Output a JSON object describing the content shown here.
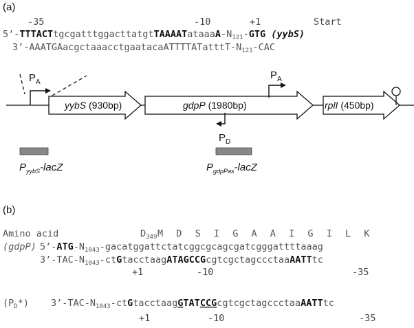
{
  "panel_a": {
    "label": "(a)",
    "pos_minus35": "-35",
    "pos_minus10": "-10",
    "pos_plus1": "+1",
    "pos_start": "Start",
    "seq_top": {
      "prefix": "5’-",
      "box35": "TTTACT",
      "spacer1": "tgcgatttggacttatgt",
      "box10": "TAAAAT",
      "spacer2": "ataaa",
      "tss": "A",
      "n_part": "-N",
      "n_sub": "121",
      "dash": "-",
      "start_codon": "GTG",
      "gene": "(yybS)"
    },
    "seq_bottom": {
      "part1": "3’-AAATGAacgctaaacctgaatacaATTTTATatttT-N",
      "n_sub": "121",
      "part2": "-CAC"
    },
    "promoter_A1": "P",
    "promoter_A1_sub": "A",
    "promoter_A2": "P",
    "promoter_A2_sub": "A",
    "promoter_D": "P",
    "promoter_D_sub": "D",
    "genes": [
      {
        "name": "yybS",
        "size": " (930bp)"
      },
      {
        "name": "gdpP",
        "size": " (1980bp)"
      },
      {
        "name": "rplI",
        "size": " (450bp)"
      }
    ],
    "fusion1": {
      "p": "P",
      "sub": "yybS",
      "suffix": "-lacZ"
    },
    "fusion2": {
      "p": "P",
      "sub": "gdpPas",
      "suffix": "-lacZ"
    }
  },
  "panel_b": {
    "label": "(b)",
    "amino_label": "Amino acid",
    "aa_first": "D",
    "aa_first_sub": "349",
    "amino_acids": [
      "M",
      "D",
      "S",
      "I",
      "G",
      "A",
      "A",
      "I",
      "G",
      "I",
      "L",
      "K"
    ],
    "gene_label": "(gdpP)",
    "seq_top": {
      "prefix": "5’-",
      "atg": "ATG",
      "n_part": "-N",
      "n_sub": "1043",
      "rest": "-gacatggattctatcggcgcagcgatcgggattttaaag"
    },
    "seq_bottom": {
      "prefix": "3’-TAC-N",
      "n_sub": "1043",
      "p1": "-ct",
      "g": "G",
      "p2": "tacctaag",
      "box10": "ATAGCCG",
      "p3": "cgtcgctagccctaa",
      "box35": "AATT",
      "p4": "tc"
    },
    "pos_plus1": "+1",
    "pos_minus10": "-10",
    "pos_minus35": "-35",
    "mut_label": "(P",
    "mut_label_sub": "D",
    "mut_label_end": "*)",
    "mut_seq": {
      "prefix": "3’-TAC-N",
      "n_sub": "1043",
      "p1": "-ct",
      "g": "G",
      "p2": "tacctaag",
      "box10a": "G",
      "box10b": "TAT",
      "box10c": "CCG",
      "p3": "cgtcgctagccctaa",
      "box35": "AATT",
      "p4": "tc"
    },
    "mut_plus1": "+1",
    "mut_minus10": "-10",
    "mut_minus35": "-35"
  }
}
